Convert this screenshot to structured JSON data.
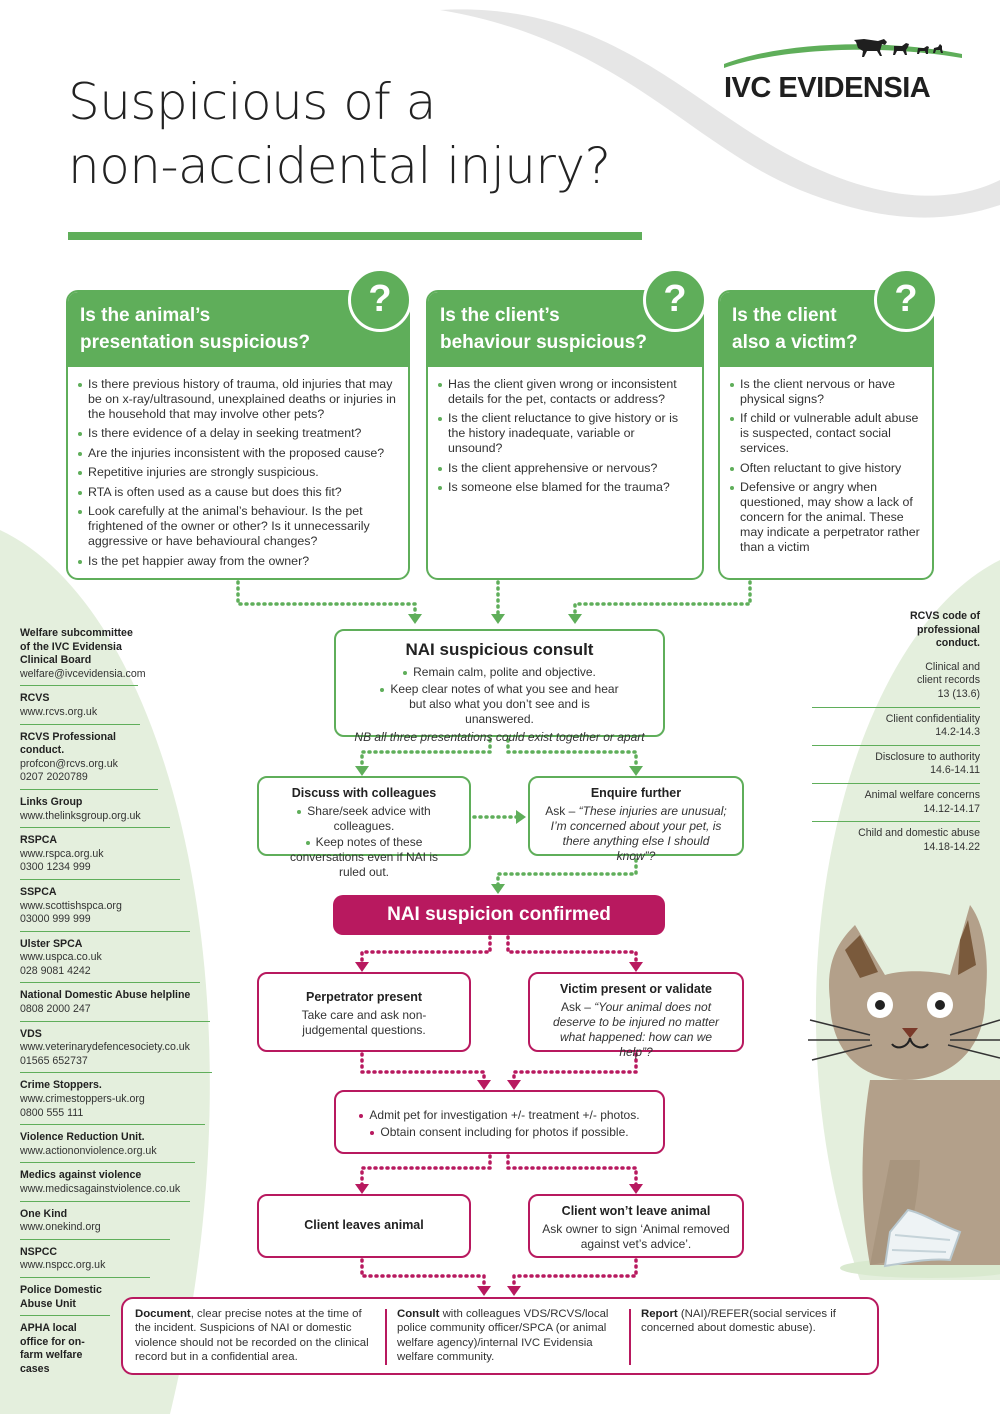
{
  "title": {
    "line1": "Suspicious of a",
    "line2": "non-accidental injury?"
  },
  "logo": {
    "text": "IVC EVIDENSIA"
  },
  "colors": {
    "green": "#5fae5a",
    "magenta": "#b8195f",
    "light_green_bg": "#e8f1e3"
  },
  "panels": [
    {
      "badge": "?",
      "heading_line1": "Is the animal’s",
      "heading_line2": "presentation suspicious?",
      "items": [
        "Is there previous history of trauma, old injuries that may be on x-ray/ultrasound, unexplained deaths or injuries in the household that may involve other pets?",
        "Is there evidence of a delay in seeking treatment?",
        "Are the injuries inconsistent with the proposed cause?",
        "Repetitive injuries are strongly suspicious.",
        "RTA is often used as a cause but does this fit?",
        "Look carefully at the animal’s behaviour. Is the pet frightened of the owner or other? Is it unnecessarily aggressive or have behavioural changes?",
        "Is the pet happier away from the owner?"
      ]
    },
    {
      "badge": "?",
      "heading_line1": "Is the client’s",
      "heading_line2": "behaviour suspicious?",
      "items": [
        "Has the client given wrong or inconsistent details for the pet, contacts or address?",
        "Is the client reluctance to give history or is the history inadequate, variable or unsound?",
        "Is the client apprehensive or nervous?",
        "Is someone else blamed for the trauma?"
      ]
    },
    {
      "badge": "?",
      "heading_line1": "Is the client",
      "heading_line2": "also a victim?",
      "items": [
        "Is the client nervous or have physical signs?",
        "If child or vulnerable adult abuse is suspected, contact social services.",
        "Often reluctant to give history",
        "Defensive or angry when questioned, may show a lack of concern for the animal. These may indicate a perpetrator rather than a victim"
      ]
    }
  ],
  "consult": {
    "title": "NAI suspicious consult",
    "items": [
      "Remain calm, polite and objective.",
      "Keep clear notes of what you see and hear but also what you don’t see and is unanswered."
    ],
    "note": "NB all three presentations could exist together or apart"
  },
  "discuss": {
    "title": "Discuss with colleagues",
    "items": [
      "Share/seek advice with colleagues.",
      "Keep notes of these conversations even if NAI is ruled out."
    ]
  },
  "enquire": {
    "title": "Enquire further",
    "ask": "Ask – ",
    "quote": "“These injuries are unusual; I’m concerned about your pet, is there anything else I should know”?"
  },
  "confirmed": "NAI suspicion confirmed",
  "perpetrator": {
    "title": "Perpetrator present",
    "text": "Take care and ask non-judgemental questions."
  },
  "victim": {
    "title": "Victim present or validate",
    "ask": "Ask – ",
    "quote": "“Your animal does not deserve to be injured no matter what happened: how can we help”?"
  },
  "admit": {
    "items": [
      "Admit pet for investigation +/- treatment +/- photos.",
      "Obtain consent including for photos if possible."
    ]
  },
  "client_leaves": "Client leaves animal",
  "client_wont": {
    "title": "Client won’t leave animal",
    "text": "Ask owner to sign ‘Animal removed against vet’s advice’."
  },
  "bottom": {
    "document_bold": "Document",
    "document_text": ", clear precise notes at the time of the incident. Suspicions of NAI or domestic violence should not be recorded on the clinical record but in a confidential area.",
    "consult_bold": "Consult",
    "consult_text": " with colleagues VDS/RCVS/local police community officer/SPCA (or animal welfare agency)/internal IVC Evidensia welfare community.",
    "report_bold": "Report",
    "report_text": " (NAI)/REFER(social services if concerned about domestic abuse)."
  },
  "contacts": [
    {
      "name": "Welfare subcommittee of the IVC Evidensia Clinical Board",
      "lines": [
        "welfare@ivcevidensia.com"
      ]
    },
    {
      "name": "RCVS",
      "lines": [
        "www.rcvs.org.uk"
      ]
    },
    {
      "name": "RCVS Professional conduct.",
      "lines": [
        "profcon@rcvs.org.uk",
        "0207 2020789"
      ]
    },
    {
      "name": "Links Group",
      "lines": [
        "www.thelinksgroup.org.uk"
      ]
    },
    {
      "name": "RSPCA",
      "lines": [
        "www.rspca.org.uk",
        "0300 1234 999"
      ]
    },
    {
      "name": "SSPCA",
      "lines": [
        "www.scottishspca.org",
        "03000 999 999"
      ]
    },
    {
      "name": "Ulster SPCA",
      "lines": [
        "www.uspca.co.uk",
        "028 9081 4242"
      ]
    },
    {
      "name": "National Domestic Abuse helpline",
      "lines": [
        "0808 2000 247"
      ]
    },
    {
      "name": "VDS",
      "lines": [
        "www.veterinarydefencesociety.co.uk",
        "01565 652737"
      ]
    },
    {
      "name": "Crime Stoppers.",
      "lines": [
        "www.crimestoppers-uk.org",
        "0800 555 111"
      ]
    },
    {
      "name": "Violence Reduction Unit.",
      "lines": [
        "www.actiononviolence.org.uk"
      ]
    },
    {
      "name": "Medics against violence",
      "lines": [
        "www.medicsagainstviolence.co.uk"
      ]
    },
    {
      "name": "One Kind",
      "lines": [
        "www.onekind.org"
      ]
    },
    {
      "name": "NSPCC",
      "lines": [
        "www.nspcc.org.uk"
      ]
    },
    {
      "name": "Police Domestic Abuse Unit",
      "lines": []
    },
    {
      "name": "APHA local office for on-farm welfare cases",
      "lines": []
    }
  ],
  "rcvs": {
    "heading": "RCVS code of professional conduct.",
    "items": [
      {
        "label": "Clinical and client records",
        "ref": "13 (13.6)"
      },
      {
        "label": "Client confidentiality",
        "ref": "14.2-14.3"
      },
      {
        "label": "Disclosure to authority",
        "ref": "14.6-14.11"
      },
      {
        "label": "Animal welfare concerns",
        "ref": "14.12-14.17"
      },
      {
        "label": "Child and domestic abuse",
        "ref": "14.18-14.22"
      }
    ]
  }
}
